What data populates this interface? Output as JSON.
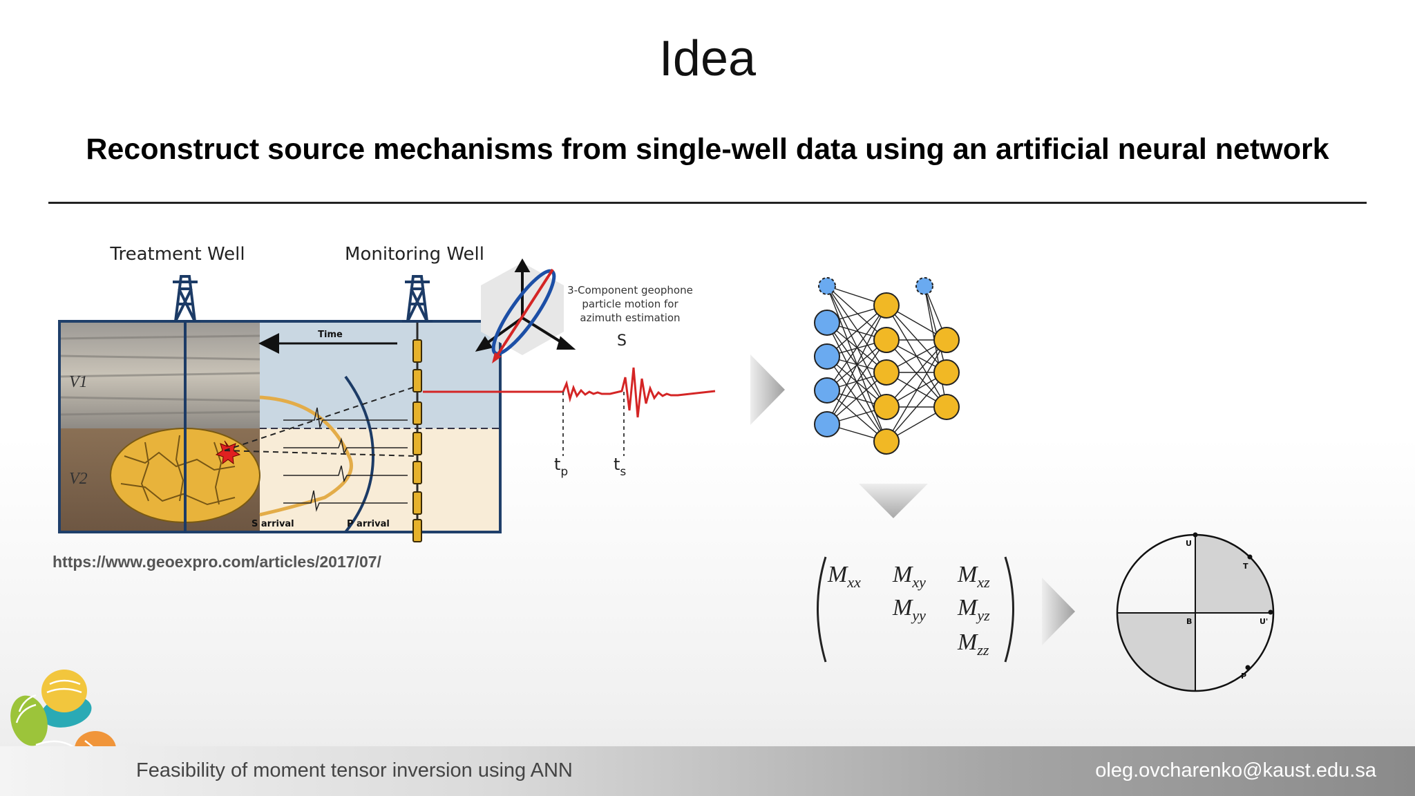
{
  "slide": {
    "title": "Idea",
    "subtitle": "Reconstruct source mechanisms from single-well data using an artificial neural network",
    "source_url": "https://www.geoexpro.com/articles/2017/07/"
  },
  "figure": {
    "treatment_well": "Treatment Well",
    "monitoring_well": "Monitoring Well",
    "time_label": "Time",
    "layer_v1": "V1",
    "layer_v2": "V2",
    "s_arrival": "S arrival",
    "p_arrival": "P arrival",
    "geophone_line1": "3-Component geophone",
    "geophone_line2": "particle motion for",
    "geophone_line3": "azimuth estimation",
    "s_wave": "S",
    "tp": "t",
    "tp_sub": "p",
    "ts": "t",
    "ts_sub": "s"
  },
  "tensor": {
    "M": "M",
    "xx": "xx",
    "xy": "xy",
    "xz": "xz",
    "yy": "yy",
    "yz": "yz",
    "zz": "zz"
  },
  "beachball": {
    "U": "U",
    "T": "T",
    "B": "B",
    "U_prime": "U'",
    "P": "P"
  },
  "footer": {
    "talk_title": "Feasibility of moment tensor inversion using ANN",
    "email": "oleg.ovcharenko@kaust.edu.sa"
  },
  "colors": {
    "input_node": "#6aaaf0",
    "hidden_node": "#f1b825",
    "wave_red": "#d42525",
    "footer_text": "#ffffff"
  }
}
